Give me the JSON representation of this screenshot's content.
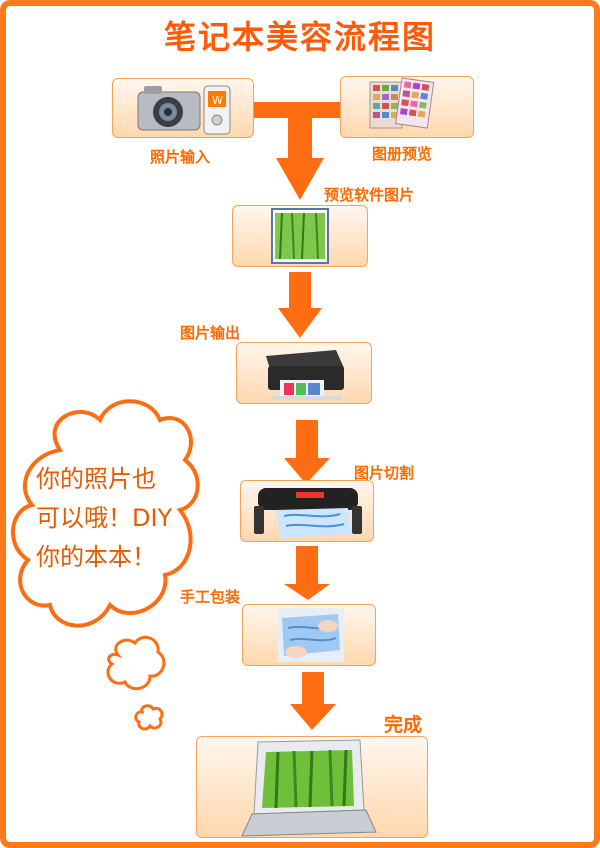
{
  "title": "笔记本美容流程图",
  "steps": {
    "photo_input": "照片输入",
    "album_preview": "图册预览",
    "preview_software": "预览软件图片",
    "image_output": "图片输出",
    "image_cut": "图片切割",
    "manual_pack": "手工包装",
    "done": "完成"
  },
  "bubble": {
    "line1": "你的照片也",
    "line2": "可以哦！DIY",
    "line3": "你的本本！"
  },
  "colors": {
    "accent": "#ff6a00",
    "arrow": "#ff6d12",
    "frame": "#ff7a1a",
    "bamboo": "#4f9a2a"
  },
  "icons": [
    "camera-icon",
    "phone-icon",
    "photo-album-icon",
    "software-preview-icon",
    "printer-icon",
    "cutter-plotter-icon",
    "packaging-icon",
    "laptop-icon"
  ]
}
